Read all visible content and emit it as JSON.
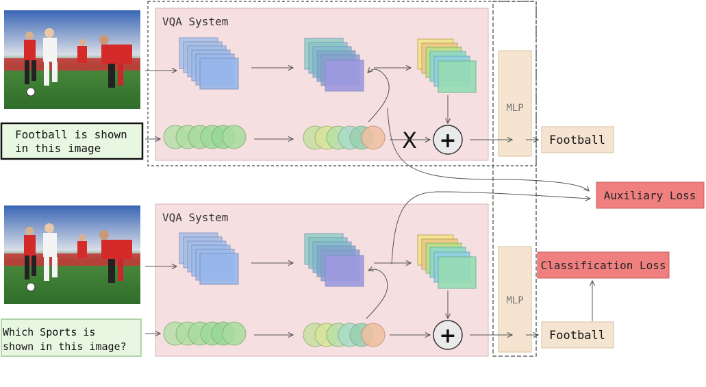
{
  "top": {
    "system_label": "VQA System",
    "caption_lines": [
      "Football is shown",
      "in this image"
    ],
    "mlp_label": "MLP",
    "output_label": "Football",
    "cross_mark": "X",
    "plus_symbol": "+"
  },
  "bottom": {
    "system_label": "VQA System",
    "question_lines": [
      "Which Sports is",
      "shown  in this image?"
    ],
    "mlp_label": "MLP",
    "output_label": "Football",
    "plus_symbol": "+"
  },
  "losses": {
    "auxiliary": "Auxiliary Loss",
    "classification": "Classification Loss"
  },
  "colors": {
    "vqa_fill": "#f6dfe0",
    "mlp_fill": "#f5e5d0",
    "aux_fill": "#f08080",
    "cls_fill": "#f08080",
    "text_box_fill": "#e8f7e2"
  }
}
